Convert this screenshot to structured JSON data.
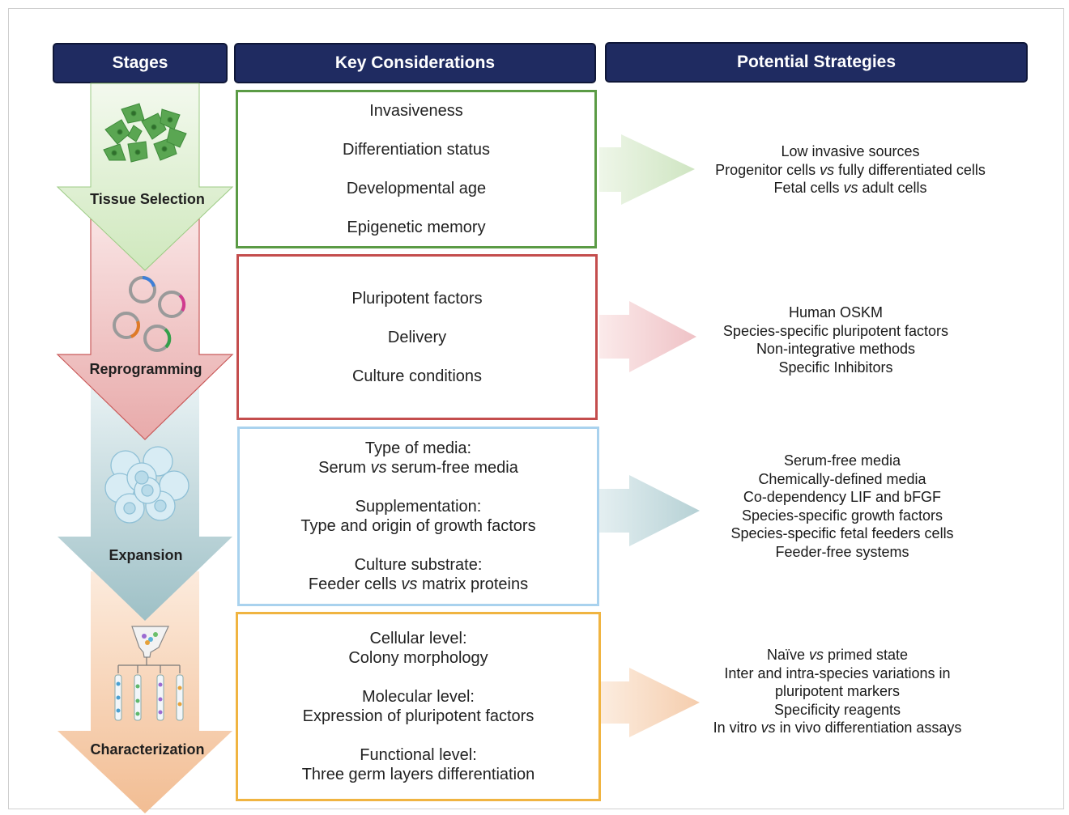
{
  "headers": {
    "stages": "Stages",
    "key_considerations": "Key Considerations",
    "potential_strategies": "Potential Strategies"
  },
  "stages": [
    {
      "name": "Tissue Selection",
      "color": "#d7ecc7",
      "box_border": "#5b9b45",
      "icon": "fibroblast-cells-icon",
      "considerations": [
        {
          "lines": [
            "Invasiveness"
          ]
        },
        {
          "lines": [
            "Differentiation status"
          ]
        },
        {
          "lines": [
            "Developmental age"
          ]
        },
        {
          "lines": [
            "Epigenetic memory"
          ]
        }
      ],
      "strategies": [
        "Low invasive sources",
        "Progenitor cells |vs| fully differentiated cells",
        "Fetal cells |vs| adult cells"
      ]
    },
    {
      "name": "Reprogramming",
      "color": "#f0c4c4",
      "box_border": "#c44d4d",
      "icon": "plasmid-vectors-icon",
      "considerations": [
        {
          "lines": [
            "Pluripotent factors"
          ]
        },
        {
          "lines": [
            "Delivery"
          ]
        },
        {
          "lines": [
            "Culture conditions"
          ]
        }
      ],
      "strategies": [
        "Human OSKM",
        "Species-specific pluripotent factors",
        "Non-integrative methods",
        "Specific Inhibitors"
      ]
    },
    {
      "name": "Expansion",
      "color": "#b8d2d6",
      "box_border": "#a9d2ee",
      "icon": "cell-colony-icon",
      "considerations": [
        {
          "lines": [
            "Type of media:",
            "Serum |vs| serum-free media"
          ]
        },
        {
          "lines": [
            "Supplementation:",
            "Type and origin of growth factors"
          ]
        },
        {
          "lines": [
            "Culture substrate:",
            "Feeder cells |vs| matrix proteins"
          ]
        }
      ],
      "strategies": [
        "Serum-free media",
        "Chemically-defined media",
        "Co-dependency LIF and bFGF",
        "Species-specific growth factors",
        "Species-specific fetal feeders cells",
        "Feeder-free systems"
      ]
    },
    {
      "name": "Characterization",
      "color": "#f6cfae",
      "box_border": "#f0b441",
      "icon": "cell-sorting-tubes-icon",
      "considerations": [
        {
          "lines": [
            "Cellular level:",
            "Colony morphology"
          ]
        },
        {
          "lines": [
            "Molecular level:",
            "Expression of pluripotent factors"
          ]
        },
        {
          "lines": [
            "Functional level:",
            "Three germ layers differentiation"
          ]
        }
      ],
      "strategies": [
        "Naïve |vs| primed state",
        "Inter and intra-species variations in",
        "pluripotent markers",
        "Specificity reagents",
        "In vitro |vs| in vivo differentiation assays"
      ]
    }
  ]
}
